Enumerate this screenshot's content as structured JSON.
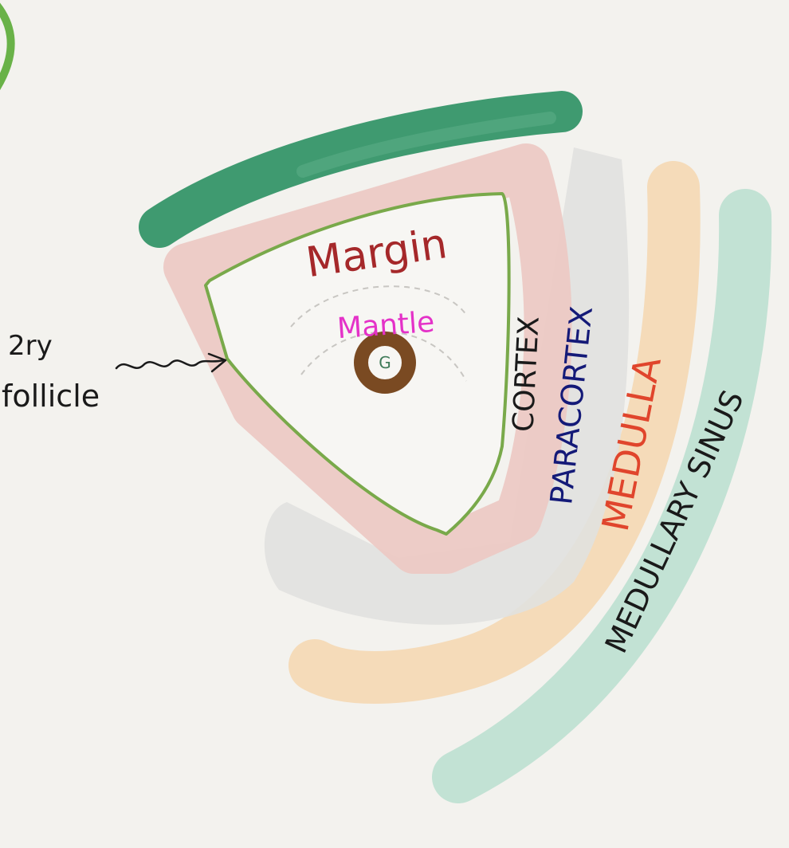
{
  "labels": {
    "margin": "Margin",
    "mantle": "Mantle",
    "germinal": "G",
    "cortex": "CORTEX",
    "paracortex": "PARACORTEX",
    "medulla": "MEDULLA",
    "medullary_sinus": "MEDULLARY SINUS",
    "follicle_line1": "2ry",
    "follicle_line2": "follicle"
  },
  "colors": {
    "background": "#f3f2ee",
    "capsule": "#3f9a70",
    "cortex_band": "#ecc9c4",
    "paracortex_band": "#e1e1df",
    "medulla_band": "#f4d9b5",
    "sinus_band": "#bfe0d2",
    "follicle_outline": "#79a94a",
    "germinal_center": "#7a4a22",
    "margin_text": "#a5282a",
    "mantle_text": "#e432c8",
    "cortex_text": "#1a1a1a",
    "paracortex_text": "#141a78",
    "medulla_text": "#e0452c",
    "sinus_text": "#1a1a1a",
    "green_arc": "#69b248"
  }
}
